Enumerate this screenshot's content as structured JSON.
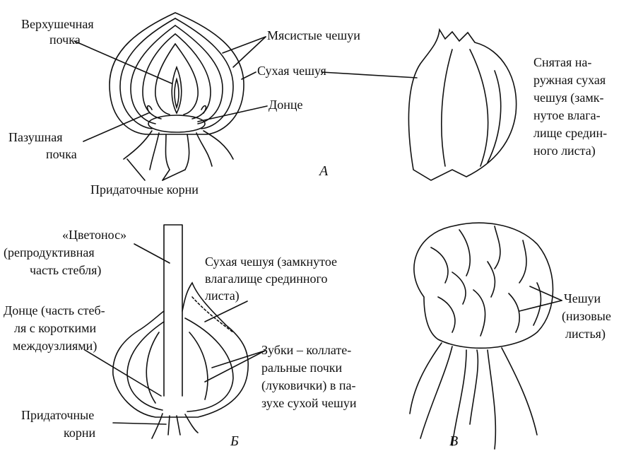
{
  "panel_a": {
    "label": "А",
    "apical_bud": [
      "Верхушечная",
      "почка"
    ],
    "fleshy_scales": "Мясистые чешуи",
    "dry_scale": "Сухая чешуя",
    "basal_plate": "Донце",
    "axillary_bud": [
      "Пазушная",
      "почка"
    ],
    "adventitious_roots": "Придаточные корни",
    "removed_scale": [
      "Снятая на-",
      "ружная сухая",
      "чешуя (замк-",
      "нутое влага-",
      "лище средин-",
      "ного листа)"
    ]
  },
  "panel_b": {
    "label": "Б",
    "flower_stalk": [
      "«Цветонос»",
      "(репродуктивная",
      "часть стебля)"
    ],
    "dry_scale": [
      "Сухая чешуя (замкнутое",
      "влагалище срединного",
      "листа)"
    ],
    "basal_plate": [
      "Донце (часть стеб-",
      "ля с короткими",
      "междоузлиями)"
    ],
    "cloves": [
      "Зубки – коллате-",
      "ральные почки",
      "(луковички) в па-",
      "зухе сухой чешуи"
    ],
    "roots": [
      "Придаточные",
      "корни"
    ]
  },
  "panel_c": {
    "label": "В",
    "scales": [
      "Чешуи",
      "(низовые",
      "листья)"
    ]
  }
}
